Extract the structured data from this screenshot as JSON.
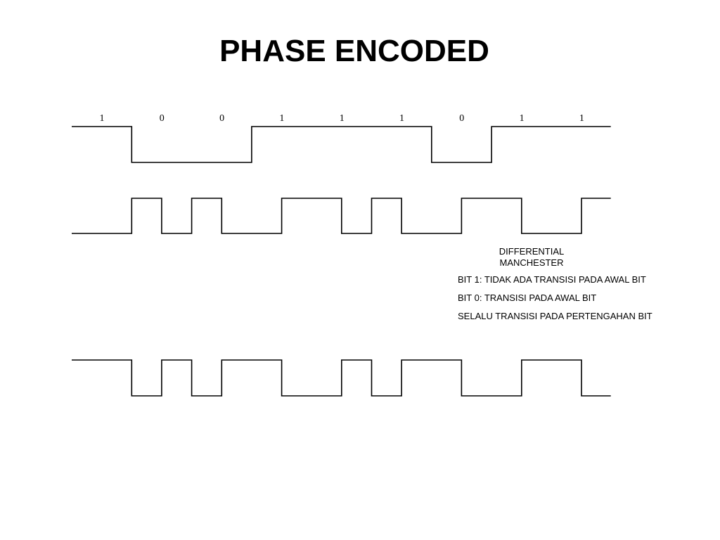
{
  "title": "PHASE ENCODED",
  "bits": [
    "1",
    "0",
    "0",
    "1",
    "1",
    "1",
    "0",
    "1",
    "1"
  ],
  "waveforms": [
    {
      "levels": [
        1,
        0,
        0,
        1,
        1,
        1,
        0,
        1,
        1
      ]
    },
    {
      "levels": [
        0,
        0,
        1,
        0,
        1,
        0,
        0,
        1,
        1,
        0,
        1,
        0,
        0,
        1,
        1,
        0,
        0,
        1
      ]
    },
    {
      "levels": [
        1,
        1,
        0,
        1,
        0,
        1,
        1,
        0,
        0,
        1,
        0,
        1,
        1,
        0,
        0,
        1,
        1,
        0
      ]
    }
  ],
  "caption": {
    "line1": "DIFFERENTIAL",
    "line2": "MANCHESTER"
  },
  "notes": {
    "bit1": "BIT 1: TIDAK ADA TRANSISI PADA AWAL BIT",
    "bit0": "BIT 0: TRANSISI PADA AWAL BIT",
    "mid": "SELALU TRANSISI PADA PERTENGAHAN BIT"
  }
}
